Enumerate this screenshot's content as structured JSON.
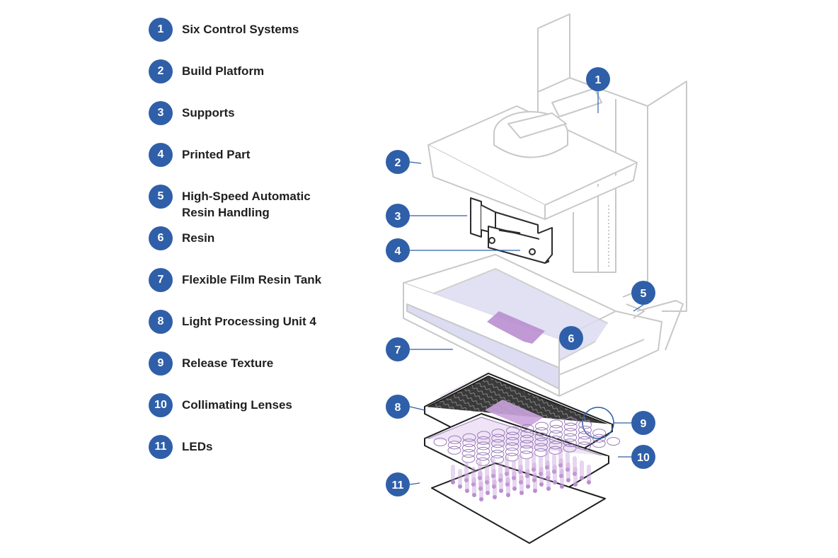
{
  "legend": [
    {
      "number": "1",
      "label": "Six Control Systems"
    },
    {
      "number": "2",
      "label": "Build Platform"
    },
    {
      "number": "3",
      "label": "Supports"
    },
    {
      "number": "4",
      "label": "Printed Part"
    },
    {
      "number": "5",
      "label": "High-Speed Automatic Resin Handling"
    },
    {
      "number": "6",
      "label": "Resin"
    },
    {
      "number": "7",
      "label": "Flexible Film Resin Tank"
    },
    {
      "number": "8",
      "label": "Light Processing Unit 4"
    },
    {
      "number": "9",
      "label": "Release Texture"
    },
    {
      "number": "10",
      "label": "Collimating Lenses"
    },
    {
      "number": "11",
      "label": "LEDs"
    }
  ],
  "callouts": [
    "1",
    "2",
    "3",
    "4",
    "5",
    "6",
    "7",
    "8",
    "9",
    "10",
    "11"
  ],
  "colors": {
    "badge": "#2f5fa8",
    "outline": "#c8c8c8",
    "resin": "#dcdcf2",
    "part": "#b98ed0",
    "led": "#c9a3dc",
    "texture": "#3a3a3a"
  }
}
